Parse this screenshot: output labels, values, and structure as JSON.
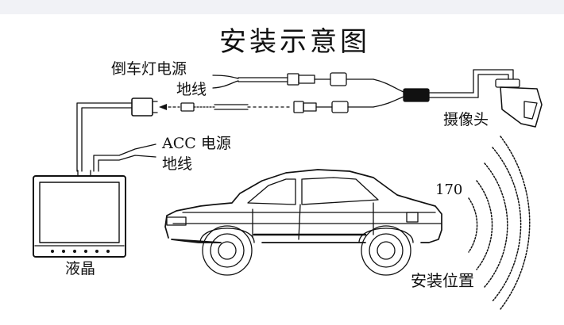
{
  "diagram": {
    "title": "安装示意图",
    "reverse_light_power_label": "倒车灯电源",
    "ground_label_1": "地线",
    "acc_power_label": "ACC 电源",
    "ground_label_2": "地线",
    "camera_label": "摄像头",
    "lcd_label": "液晶",
    "angle_label": "170",
    "install_position_label": "安装位置"
  }
}
